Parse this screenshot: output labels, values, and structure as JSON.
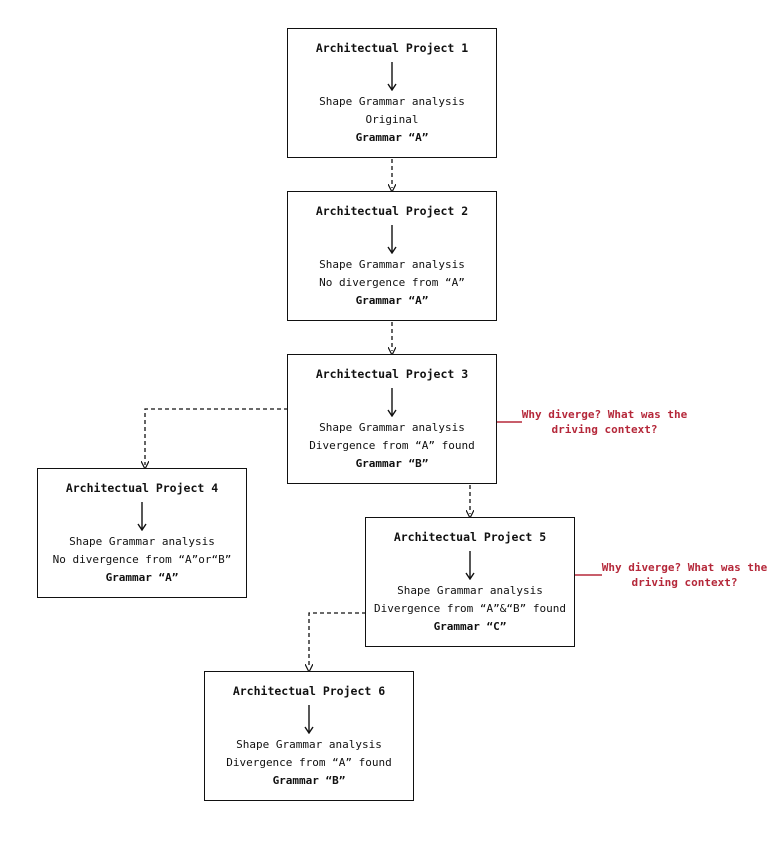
{
  "nodes": [
    {
      "title": "Architectual Project 1",
      "line1": "Shape Grammar analysis",
      "line2": "Original",
      "grammar": "Grammar “A”"
    },
    {
      "title": "Architectual Project 2",
      "line1": "Shape Grammar analysis",
      "line2": "No divergence from “A”",
      "grammar": "Grammar “A”"
    },
    {
      "title": "Architectual Project 3",
      "line1": "Shape Grammar analysis",
      "line2": "Divergence from “A” found",
      "grammar": "Grammar “B”"
    },
    {
      "title": "Architectual Project 4",
      "line1": "Shape Grammar analysis",
      "line2": "No divergence from “A”or“B”",
      "grammar": "Grammar “A”"
    },
    {
      "title": "Architectual Project 5",
      "line1": "Shape Grammar analysis",
      "line2": "Divergence from “A”&“B” found",
      "grammar": "Grammar “C”"
    },
    {
      "title": "Architectual Project 6",
      "line1": "Shape Grammar analysis",
      "line2": "Divergence from “A” found",
      "grammar": "Grammar “B”"
    }
  ],
  "notes": [
    {
      "text": "Why diverge? What was the driving context?"
    },
    {
      "text": "Why diverge? What was the driving context?"
    }
  ],
  "colors": {
    "note": "#b5283a",
    "line": "#111111"
  }
}
